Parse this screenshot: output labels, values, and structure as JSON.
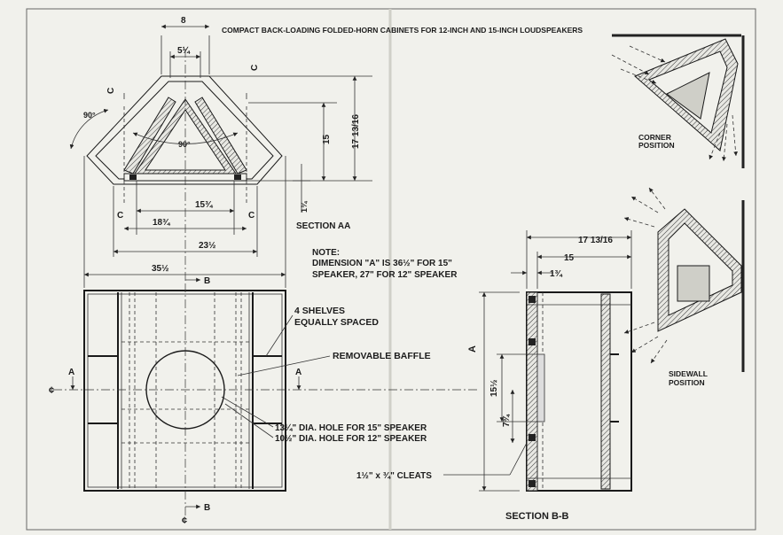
{
  "title": "COMPACT BACK-LOADING FOLDED-HORN CABINETS FOR 12-INCH AND 15-INCH LOUDSPEAKERS",
  "section_aa": {
    "label": "SECTION AA",
    "dims": {
      "top_width": "8",
      "inner_top": "5¼",
      "angle_1": "90°",
      "angle_2": "90°",
      "height_15": "15",
      "height_17": "17 13/16",
      "base_1_3_4": "1¾",
      "w_15_3_4": "15¾",
      "w_18_3_4": "18¾",
      "w_23_1_2": "23½",
      "w_35_1_2": "35½"
    },
    "cut_labels": [
      "C",
      "C",
      "C",
      "C"
    ]
  },
  "note": {
    "heading": "NOTE:",
    "line1": "DIMENSION \"A\" IS 36½\" FOR 15\"",
    "line2": "SPEAKER, 27\" FOR 12\" SPEAKER"
  },
  "front": {
    "shelves": "4 SHELVES",
    "shelves2": "EQUALLY SPACED",
    "baffle": "REMOVABLE BAFFLE",
    "hole15": "13¼\" DIA. HOLE FOR 15\" SPEAKER",
    "hole12": "10½\" DIA. HOLE FOR 12\" SPEAKER",
    "cleats": "1½\" x ¾\" CLEATS",
    "label_a_left": "A",
    "label_a_right": "A",
    "label_b_top": "B",
    "label_b_bottom": "B",
    "centerline": "¢"
  },
  "section_bb": {
    "label": "SECTION B-B",
    "dim_17": "17 13/16",
    "dim_15": "15",
    "dim_1_3_4": "1¾",
    "dim_a": "A",
    "dim_15_1_2": "15½",
    "dim_7_3_4": "7¾"
  },
  "positions": {
    "corner": "CORNER",
    "corner2": "POSITION",
    "sidewall": "SIDEWALL",
    "sidewall2": "POSITION"
  }
}
